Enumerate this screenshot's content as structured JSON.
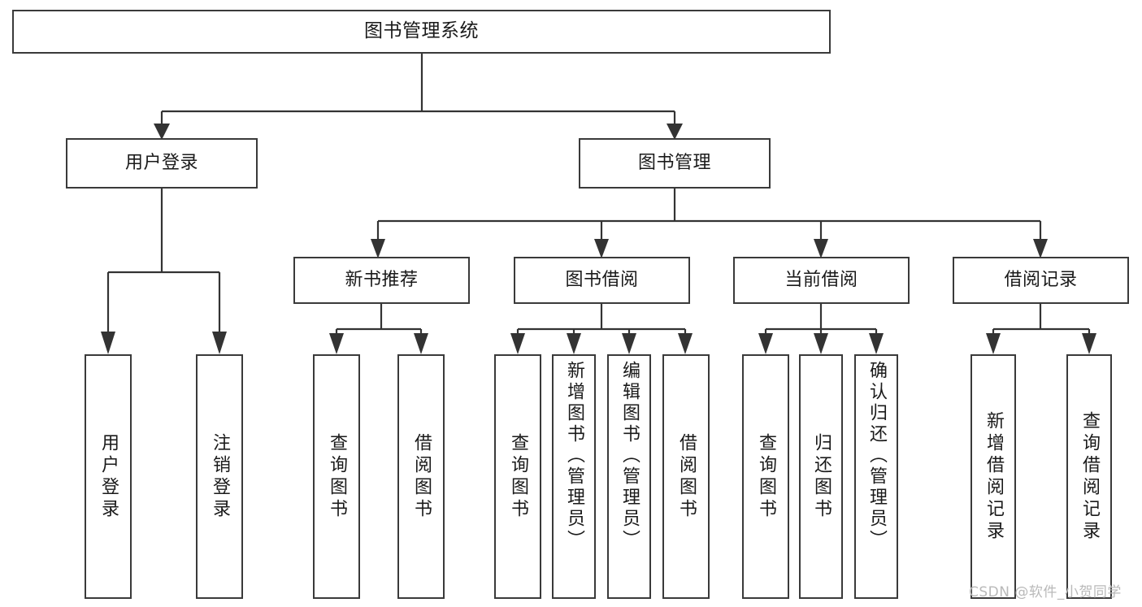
{
  "diagram": {
    "title": "图书管理系统",
    "type": "hierarchy-tree",
    "root": {
      "id": "root",
      "label": "图书管理系统"
    },
    "level2": [
      {
        "id": "user-login",
        "label": "用户登录"
      },
      {
        "id": "book-manage",
        "label": "图书管理"
      }
    ],
    "level3": [
      {
        "id": "new-book-rec",
        "label": "新书推荐"
      },
      {
        "id": "book-borrow",
        "label": "图书借阅"
      },
      {
        "id": "current-borrow",
        "label": "当前借阅"
      },
      {
        "id": "borrow-record",
        "label": "借阅记录"
      }
    ],
    "leaves": {
      "user_login": [
        {
          "id": "leaf-user-login",
          "label": "用户登录"
        },
        {
          "id": "leaf-logout",
          "label": "注销登录"
        }
      ],
      "new_book_rec": [
        {
          "id": "leaf-query-book-1",
          "label": "查询图书"
        },
        {
          "id": "leaf-borrow-book-1",
          "label": "借阅图书"
        }
      ],
      "book_borrow": [
        {
          "id": "leaf-query-book-2",
          "label": "查询图书"
        },
        {
          "id": "leaf-add-book",
          "label": "新增图书（管理员）"
        },
        {
          "id": "leaf-edit-book",
          "label": "编辑图书（管理员）"
        },
        {
          "id": "leaf-borrow-book-2",
          "label": "借阅图书"
        }
      ],
      "current_borrow": [
        {
          "id": "leaf-query-book-3",
          "label": "查询图书"
        },
        {
          "id": "leaf-return-book",
          "label": "归还图书"
        },
        {
          "id": "leaf-confirm-return",
          "label": "确认归还（管理员）"
        }
      ],
      "borrow_record": [
        {
          "id": "leaf-add-record",
          "label": "新增借阅记录"
        },
        {
          "id": "leaf-query-record",
          "label": "查询借阅记录"
        }
      ]
    }
  },
  "watermark": {
    "text": "CSDN @软件_小贺同学"
  },
  "colors": {
    "box_border": "#3a3a3a",
    "connector": "#333333",
    "text": "#1a1a1a",
    "background": "#ffffff",
    "watermark": "#b9b9b9"
  }
}
